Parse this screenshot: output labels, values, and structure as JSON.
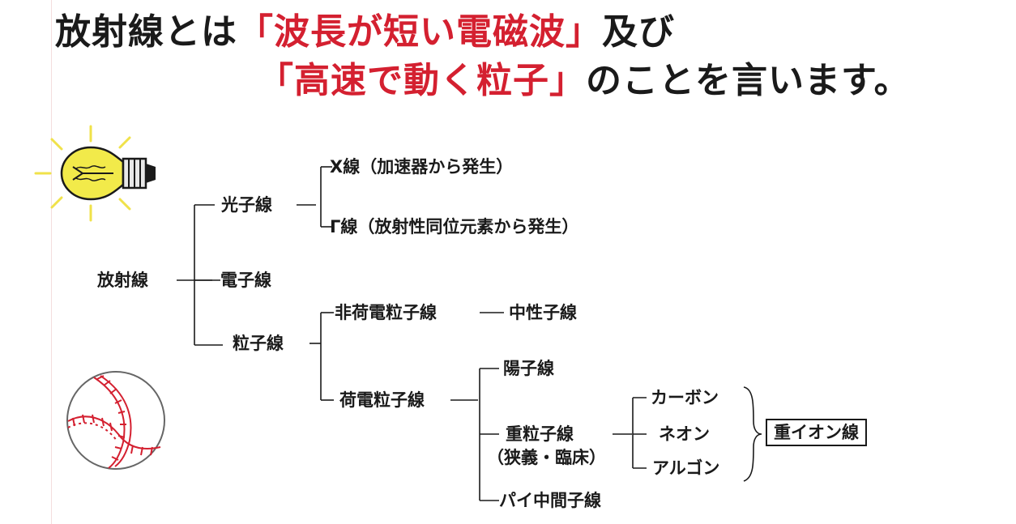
{
  "title": {
    "line1_pre": "放射線とは",
    "line1_red": "「波長が短い電磁波」",
    "line1_post": "及び",
    "line2_red": "「高速で動く粒子」",
    "line2_post": "のことを言います。"
  },
  "tree": {
    "root": "放射線",
    "photon": "光子線",
    "xray": "X線",
    "xray_note": "（加速器から発生）",
    "gamma": "Γ線",
    "gamma_note": "（放射性同位元素から発生）",
    "electron": "電子線",
    "particle": "粒子線",
    "uncharged": "非荷電粒子線",
    "neutron": "中性子線",
    "charged": "荷電粒子線",
    "proton": "陽子線",
    "heavy": "重粒子線",
    "heavy_note": "（狭義・臨床）",
    "carbon": "カーボン",
    "neon": "ネオン",
    "argon": "アルゴン",
    "heavy_ion": "重イオン線",
    "pion": "パイ中間子線"
  },
  "icons": [
    "light-bulb-icon",
    "baseball-icon"
  ],
  "colors": {
    "accent": "#d42030",
    "bulb": "#f2ea4a",
    "bulb_rays": "#f0e24a",
    "stitch": "#d42030"
  }
}
